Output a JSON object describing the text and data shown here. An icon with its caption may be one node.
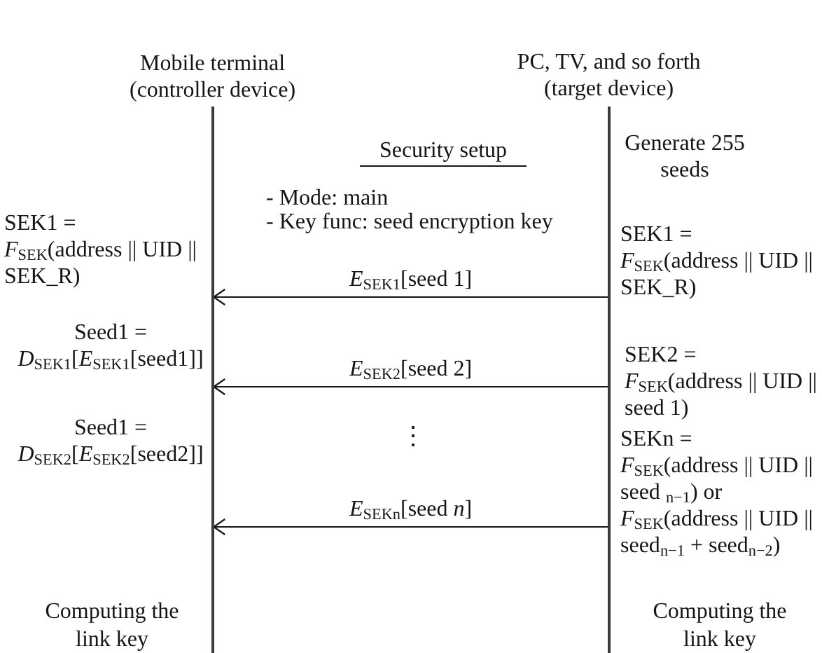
{
  "diagram": {
    "nodes": [
      {
        "text": [],
        "shape": "bar",
        "beside": [
          "Mobile terminal (controller device)"
        ]
      },
      {
        "text": [],
        "shape": "bar",
        "beside": [
          "PC, TV, and so forth (target device)"
        ]
      }
    ],
    "edges": [
      {
        "from": 1,
        "to": 0,
        "arrow": "to",
        "label": "*E*$_{SEK1}$[seed 1]"
      },
      {
        "from": 1,
        "to": 0,
        "arrow": "to",
        "label": "*E*$_{SEK2}$[seed 2]"
      },
      {
        "from": 1,
        "to": 0,
        "arrow": "to",
        "label": "*E*$_{SEKn}$[seed *n*]"
      }
    ],
    "labels": [
      "Security setup",
      "Generate 255 seeds",
      "- Mode: main",
      "SEK1 = *F*$_{SEK}$(address || UID || SEK_R)",
      "- Key func: seed encryption key",
      "SEK1 = *F*$_{SEK}$(address || UID || SEK_R)",
      "Seed1 = *D*$_{SEK1}$[*E*$_{SEK1}$[seed1]]",
      "SEK2 = *F*$_{SEK}$(address || UID || seed 1)",
      "Seed1 = *D*$_{SEK2}$[*E*$_{SEK2}$[seed2]]",
      "⋮",
      "SEKn = *F*$_{SEK}$(address || UID || seed $_{n−1}$) or *F*$_{SEK}$(address || UID || seed$_{n−1}$ + seed$_{n−2}$)",
      "Computing the link key",
      "Computing the link key"
    ]
  }
}
